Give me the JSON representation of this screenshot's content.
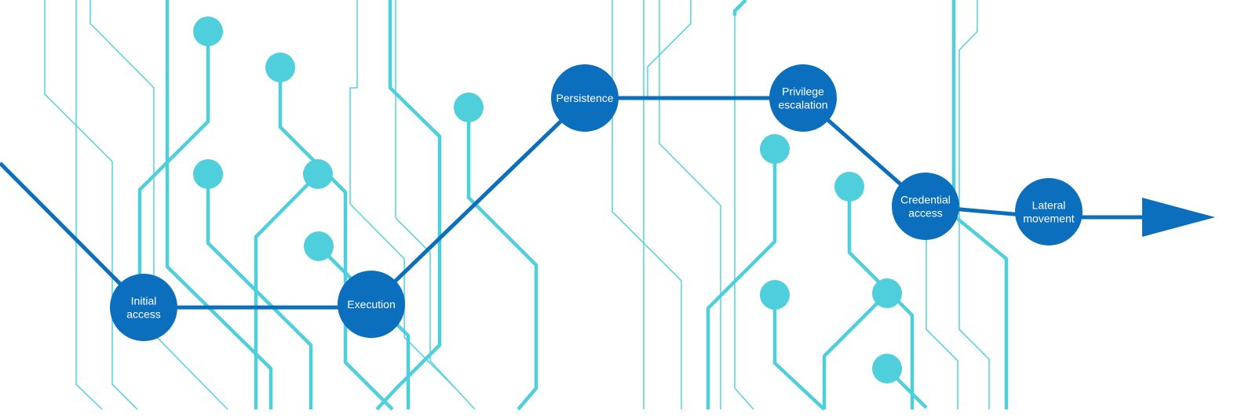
{
  "stages": [
    {
      "id": "initial-access",
      "lines": [
        "Initial",
        "access"
      ]
    },
    {
      "id": "execution",
      "lines": [
        "Execution"
      ]
    },
    {
      "id": "persistence",
      "lines": [
        "Persistence"
      ]
    },
    {
      "id": "privilege-escalation",
      "lines": [
        "Privilege",
        "escalation"
      ]
    },
    {
      "id": "credential-access",
      "lines": [
        "Credential",
        "access"
      ]
    },
    {
      "id": "lateral-movement",
      "lines": [
        "Lateral",
        "movement"
      ]
    }
  ],
  "colors": {
    "stage_node": "#0b6fbd",
    "stage_path": "#0b6fbd",
    "circuit_thick": "#4fcfdc",
    "circuit_thin": "#5fd3de",
    "label_text": "#ffffff"
  },
  "icons": [
    "arrow-head-icon"
  ]
}
